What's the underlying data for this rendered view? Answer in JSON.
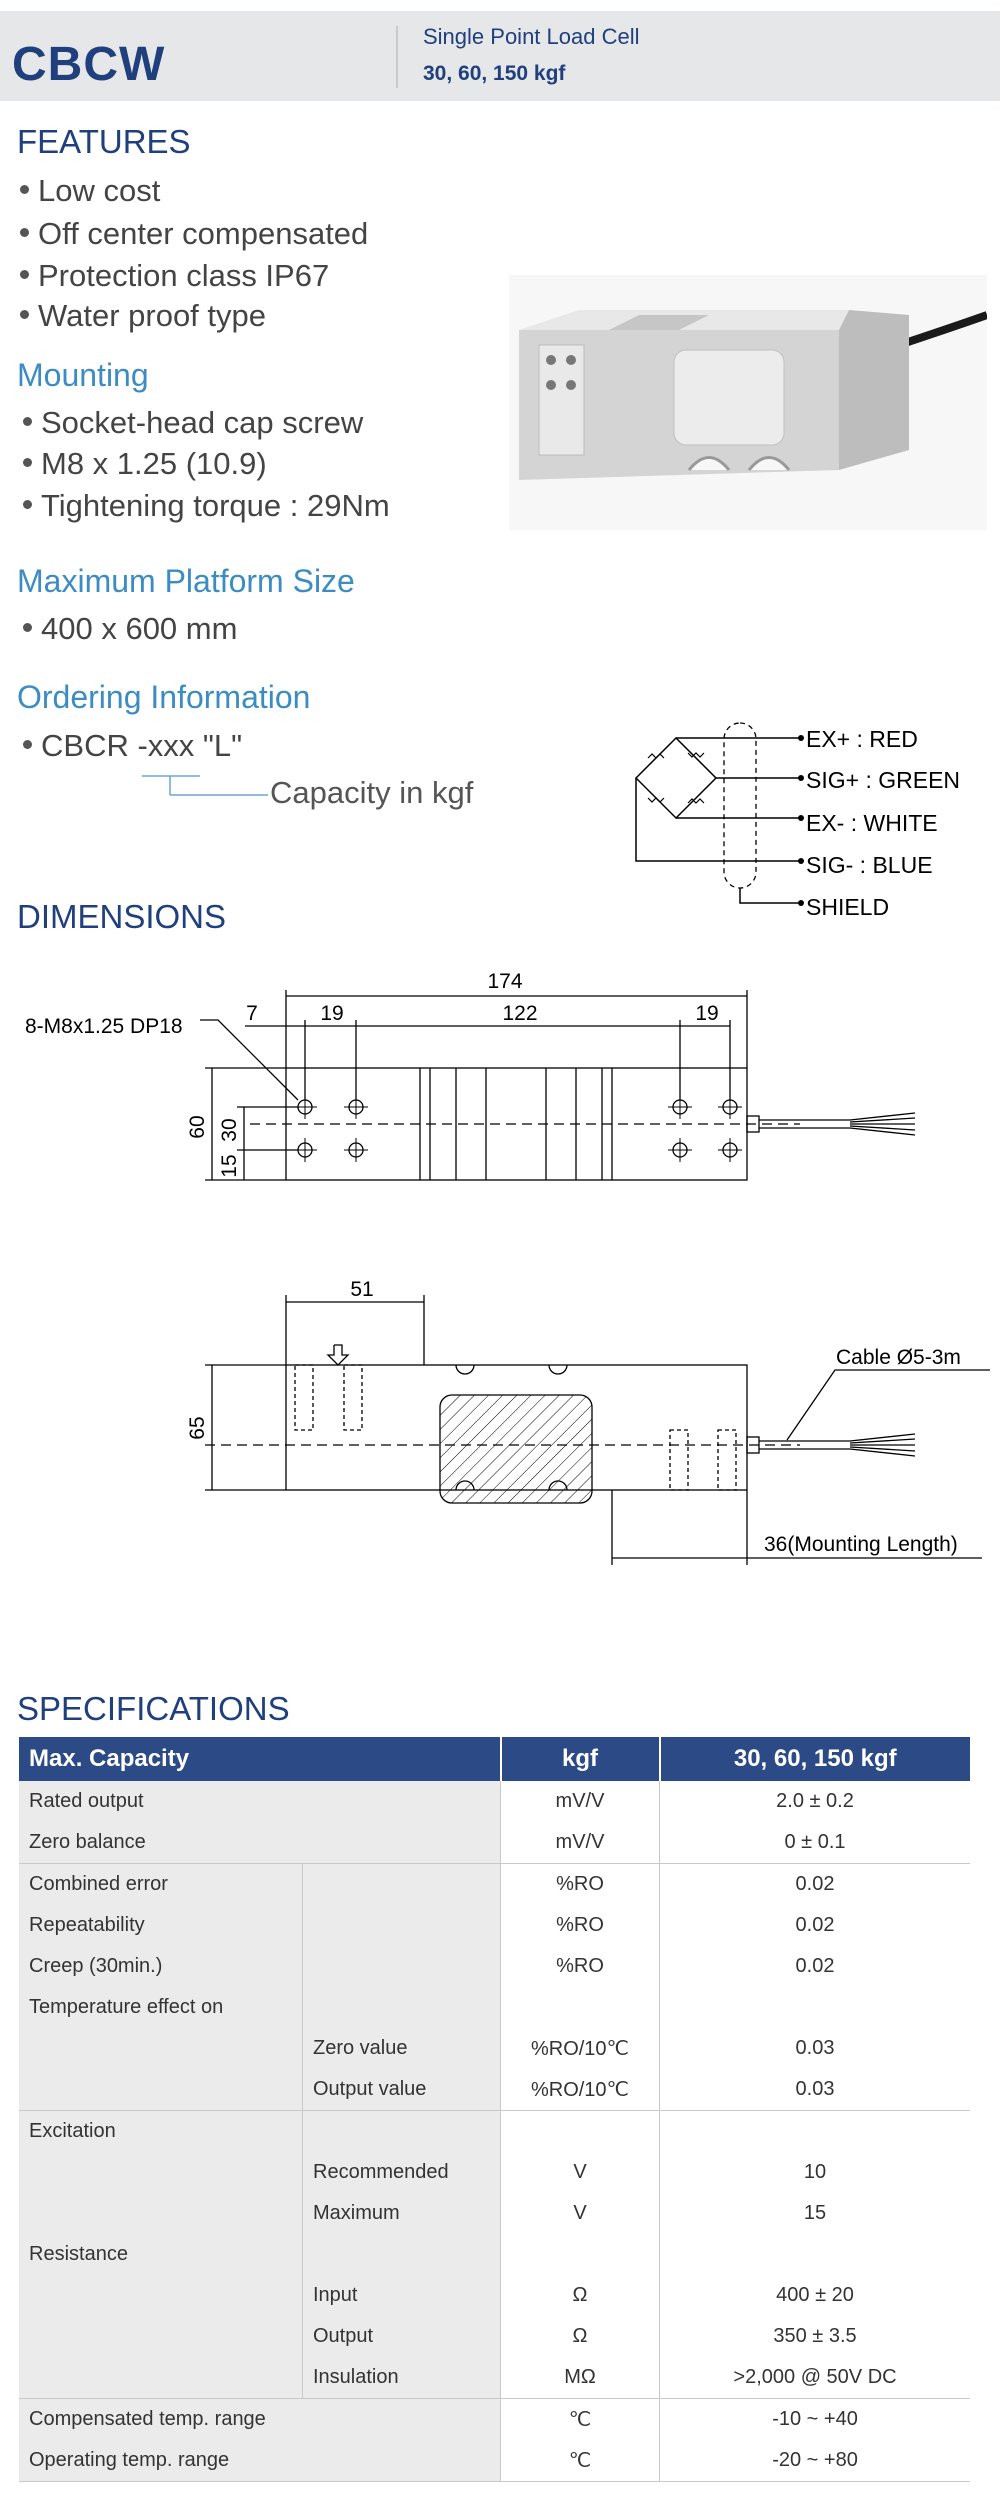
{
  "header": {
    "product": "CBCW",
    "subtitle": "Single Point Load Cell",
    "capacities": "30, 60, 150 kgf"
  },
  "features": {
    "title": "FEATURES",
    "items": [
      "Low cost",
      "Off center compensated",
      "Protection class IP67",
      "Water proof type"
    ]
  },
  "mounting": {
    "title": "Mounting",
    "items": [
      "Socket-head cap screw",
      "M8 x 1.25 (10.9)",
      "Tightening torque : 29Nm"
    ]
  },
  "platform": {
    "title": "Maximum Platform Size",
    "items": [
      "400 x 600 mm"
    ]
  },
  "ordering": {
    "title": "Ordering Information",
    "code_prefix": "CBCR",
    "code_suffix": "-xxx \"L\"",
    "capacity_note": "Capacity in kgf"
  },
  "wiring": {
    "labels": [
      "EX+ : RED",
      "SIG+ : GREEN",
      "EX- : WHITE",
      "SIG- : BLUE",
      "SHIELD"
    ]
  },
  "dimensions": {
    "title": "DIMENSIONS",
    "thread_callout": "8-M8x1.25 DP18",
    "dim_174": "174",
    "dim_7": "7",
    "dim_19a": "19",
    "dim_122": "122",
    "dim_19b": "19",
    "dim_60": "60",
    "dim_30": "30",
    "dim_15": "15",
    "dim_51": "51",
    "dim_65": "65",
    "cable": "Cable Ø5-3m",
    "mounting_length": "36(Mounting Length)"
  },
  "specs": {
    "title": "SPECIFICATIONS",
    "header": [
      "Max. Capacity",
      "kgf",
      "30, 60, 150 kgf"
    ],
    "rows": [
      {
        "label": "Rated output",
        "sub": "",
        "unit": "mV/V",
        "value": "2.0 ± 0.2"
      },
      {
        "label": "Zero balance",
        "sub": "",
        "unit": "mV/V",
        "value": "0 ± 0.1"
      },
      {
        "label": "Combined error",
        "sub": "",
        "unit": "%RO",
        "value": "0.02"
      },
      {
        "label": "Repeatability",
        "sub": "",
        "unit": "%RO",
        "value": "0.02"
      },
      {
        "label": "Creep (30min.)",
        "sub": "",
        "unit": "%RO",
        "value": "0.02"
      },
      {
        "label": "Temperature effect on",
        "sub": "",
        "unit": "",
        "value": ""
      },
      {
        "label": "",
        "sub": "Zero value",
        "unit": "%RO/10℃",
        "value": "0.03"
      },
      {
        "label": "",
        "sub": "Output  value",
        "unit": "%RO/10℃",
        "value": "0.03"
      },
      {
        "label": "Excitation",
        "sub": "",
        "unit": "",
        "value": ""
      },
      {
        "label": "",
        "sub": "Recommended",
        "unit": "V",
        "value": "10"
      },
      {
        "label": "",
        "sub": "Maximum",
        "unit": "V",
        "value": "15"
      },
      {
        "label": "Resistance",
        "sub": "",
        "unit": "",
        "value": ""
      },
      {
        "label": "",
        "sub": "Input",
        "unit": "Ω",
        "value": "400 ± 20"
      },
      {
        "label": "",
        "sub": "Output",
        "unit": "Ω",
        "value": "350 ± 3.5"
      },
      {
        "label": "",
        "sub": "Insulation",
        "unit": "MΩ",
        "value": ">2,000 @ 50V DC"
      },
      {
        "label": "Compensated temp. range",
        "sub": "",
        "unit": "℃",
        "value": "-10 ~ +40"
      },
      {
        "label": "Operating temp. range",
        "sub": "",
        "unit": "℃",
        "value": "-20 ~ +80"
      }
    ]
  }
}
